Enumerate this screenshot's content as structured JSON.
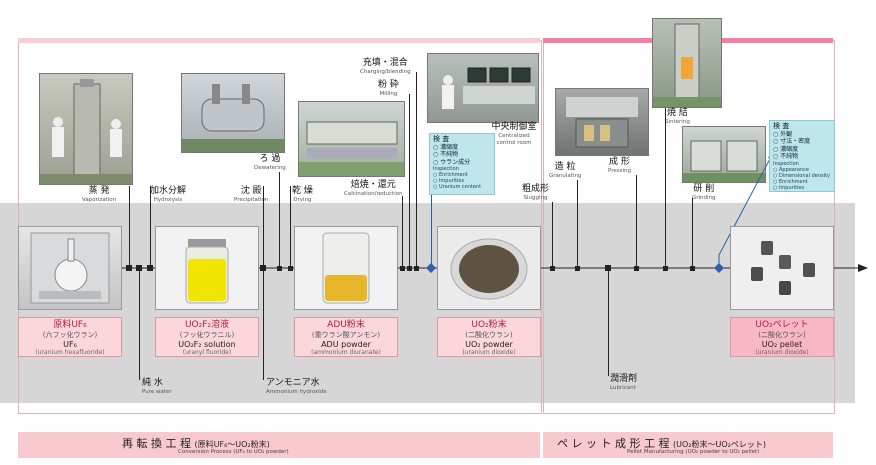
{
  "steps": {
    "vaporization": {
      "jp": "蒸 発",
      "en": "Vaporization"
    },
    "hydrolysis": {
      "jp": "加水分解",
      "en": "Hydrolysis"
    },
    "precipitation": {
      "jp": "沈 殿",
      "en": "Precipitation"
    },
    "dewatering": {
      "jp": "ろ 過",
      "en": "Dewatering"
    },
    "drying": {
      "jp": "乾 燥",
      "en": "Drying"
    },
    "calcination": {
      "jp": "焙焼・還元",
      "en": "Calcination/reduction"
    },
    "charging": {
      "jp": "充填・混合",
      "en": "Charging/blending"
    },
    "milling": {
      "jp": "粉 砕",
      "en": "Milling"
    },
    "control_room": {
      "jp": "中央制御室",
      "en": "Centralized control room"
    },
    "slugging": {
      "jp": "粗成形",
      "en": "Slugging"
    },
    "granulating": {
      "jp": "造 粒",
      "en": "Granulating"
    },
    "pressing": {
      "jp": "成 形",
      "en": "Pressing"
    },
    "sintering": {
      "jp": "焼 結",
      "en": "Sintering"
    },
    "grinding": {
      "jp": "研 削",
      "en": "Grinding"
    }
  },
  "inputs": {
    "pure_water": {
      "jp": "純 水",
      "en": "Pure water"
    },
    "ammonium": {
      "jp": "アンモニア水",
      "en": "Ammonium hydroxide"
    },
    "lubricant": {
      "jp": "潤滑剤",
      "en": "Lubricant"
    }
  },
  "products": [
    {
      "jp": "原料UF₆",
      "jp2": "(六フッ化ウラン)",
      "en": "UF₆",
      "en2": "(uranium hexafluoride)"
    },
    {
      "jp": "UO₂F₂溶液",
      "jp2": "(フッ化ウラニル)",
      "en": "UO₂F₂ solution",
      "en2": "(uranyl fluoride)"
    },
    {
      "jp": "ADU粉末",
      "jp2": "(重ウラン酸アンモン)",
      "en": "ADU powder",
      "en2": "(ammonium diuranate)"
    },
    {
      "jp": "UO₂粉末",
      "jp2": "(二酸化ウラン)",
      "en": "UO₂ powder",
      "en2": "(uranium dioxide)"
    },
    {
      "jp": "UO₂ペレット",
      "jp2": "(二酸化ウラン)",
      "en": "UO₂ pellet",
      "en2": "(uranium dioxide)"
    }
  ],
  "inspection1": {
    "title": "検 査",
    "items": [
      "○ 濃縮度",
      "○ 不純物",
      "○ ウラン成分"
    ],
    "en_title": "Inspection",
    "en_items": [
      "○ Enrichment",
      "○ Impurities",
      "○ Uranium content"
    ]
  },
  "inspection2": {
    "title": "検 査",
    "items": [
      "○ 外観",
      "○ 寸法・密度",
      "○ 濃縮度",
      "○ 不純物"
    ],
    "en_title": "Inspection",
    "en_items": [
      "○ Appearance",
      "○ Dimensional density",
      "○ Enrichment",
      "○ Impurities"
    ]
  },
  "footer": {
    "conversion": {
      "jp": "再 転 換 工 程",
      "jp_sub": "(原料UF₆〜UO₂粉末)",
      "en": "Conversion Process (UF₆ to UO₂ powder)"
    },
    "pellet": {
      "jp": "ペ レ ッ ト 成 形 工 程",
      "jp_sub": "(UO₂粉末〜UO₂ペレット)",
      "en": "Pellet Manufacturing (UO₂ powder to UO₂ pellet)"
    }
  },
  "colors": {
    "accent": "#b0203a",
    "band": "#d6d6d6",
    "label_bg": "#fbd6da",
    "inspection_bg": "#bfe6ec",
    "footer_bg": "#f8c9cf"
  }
}
